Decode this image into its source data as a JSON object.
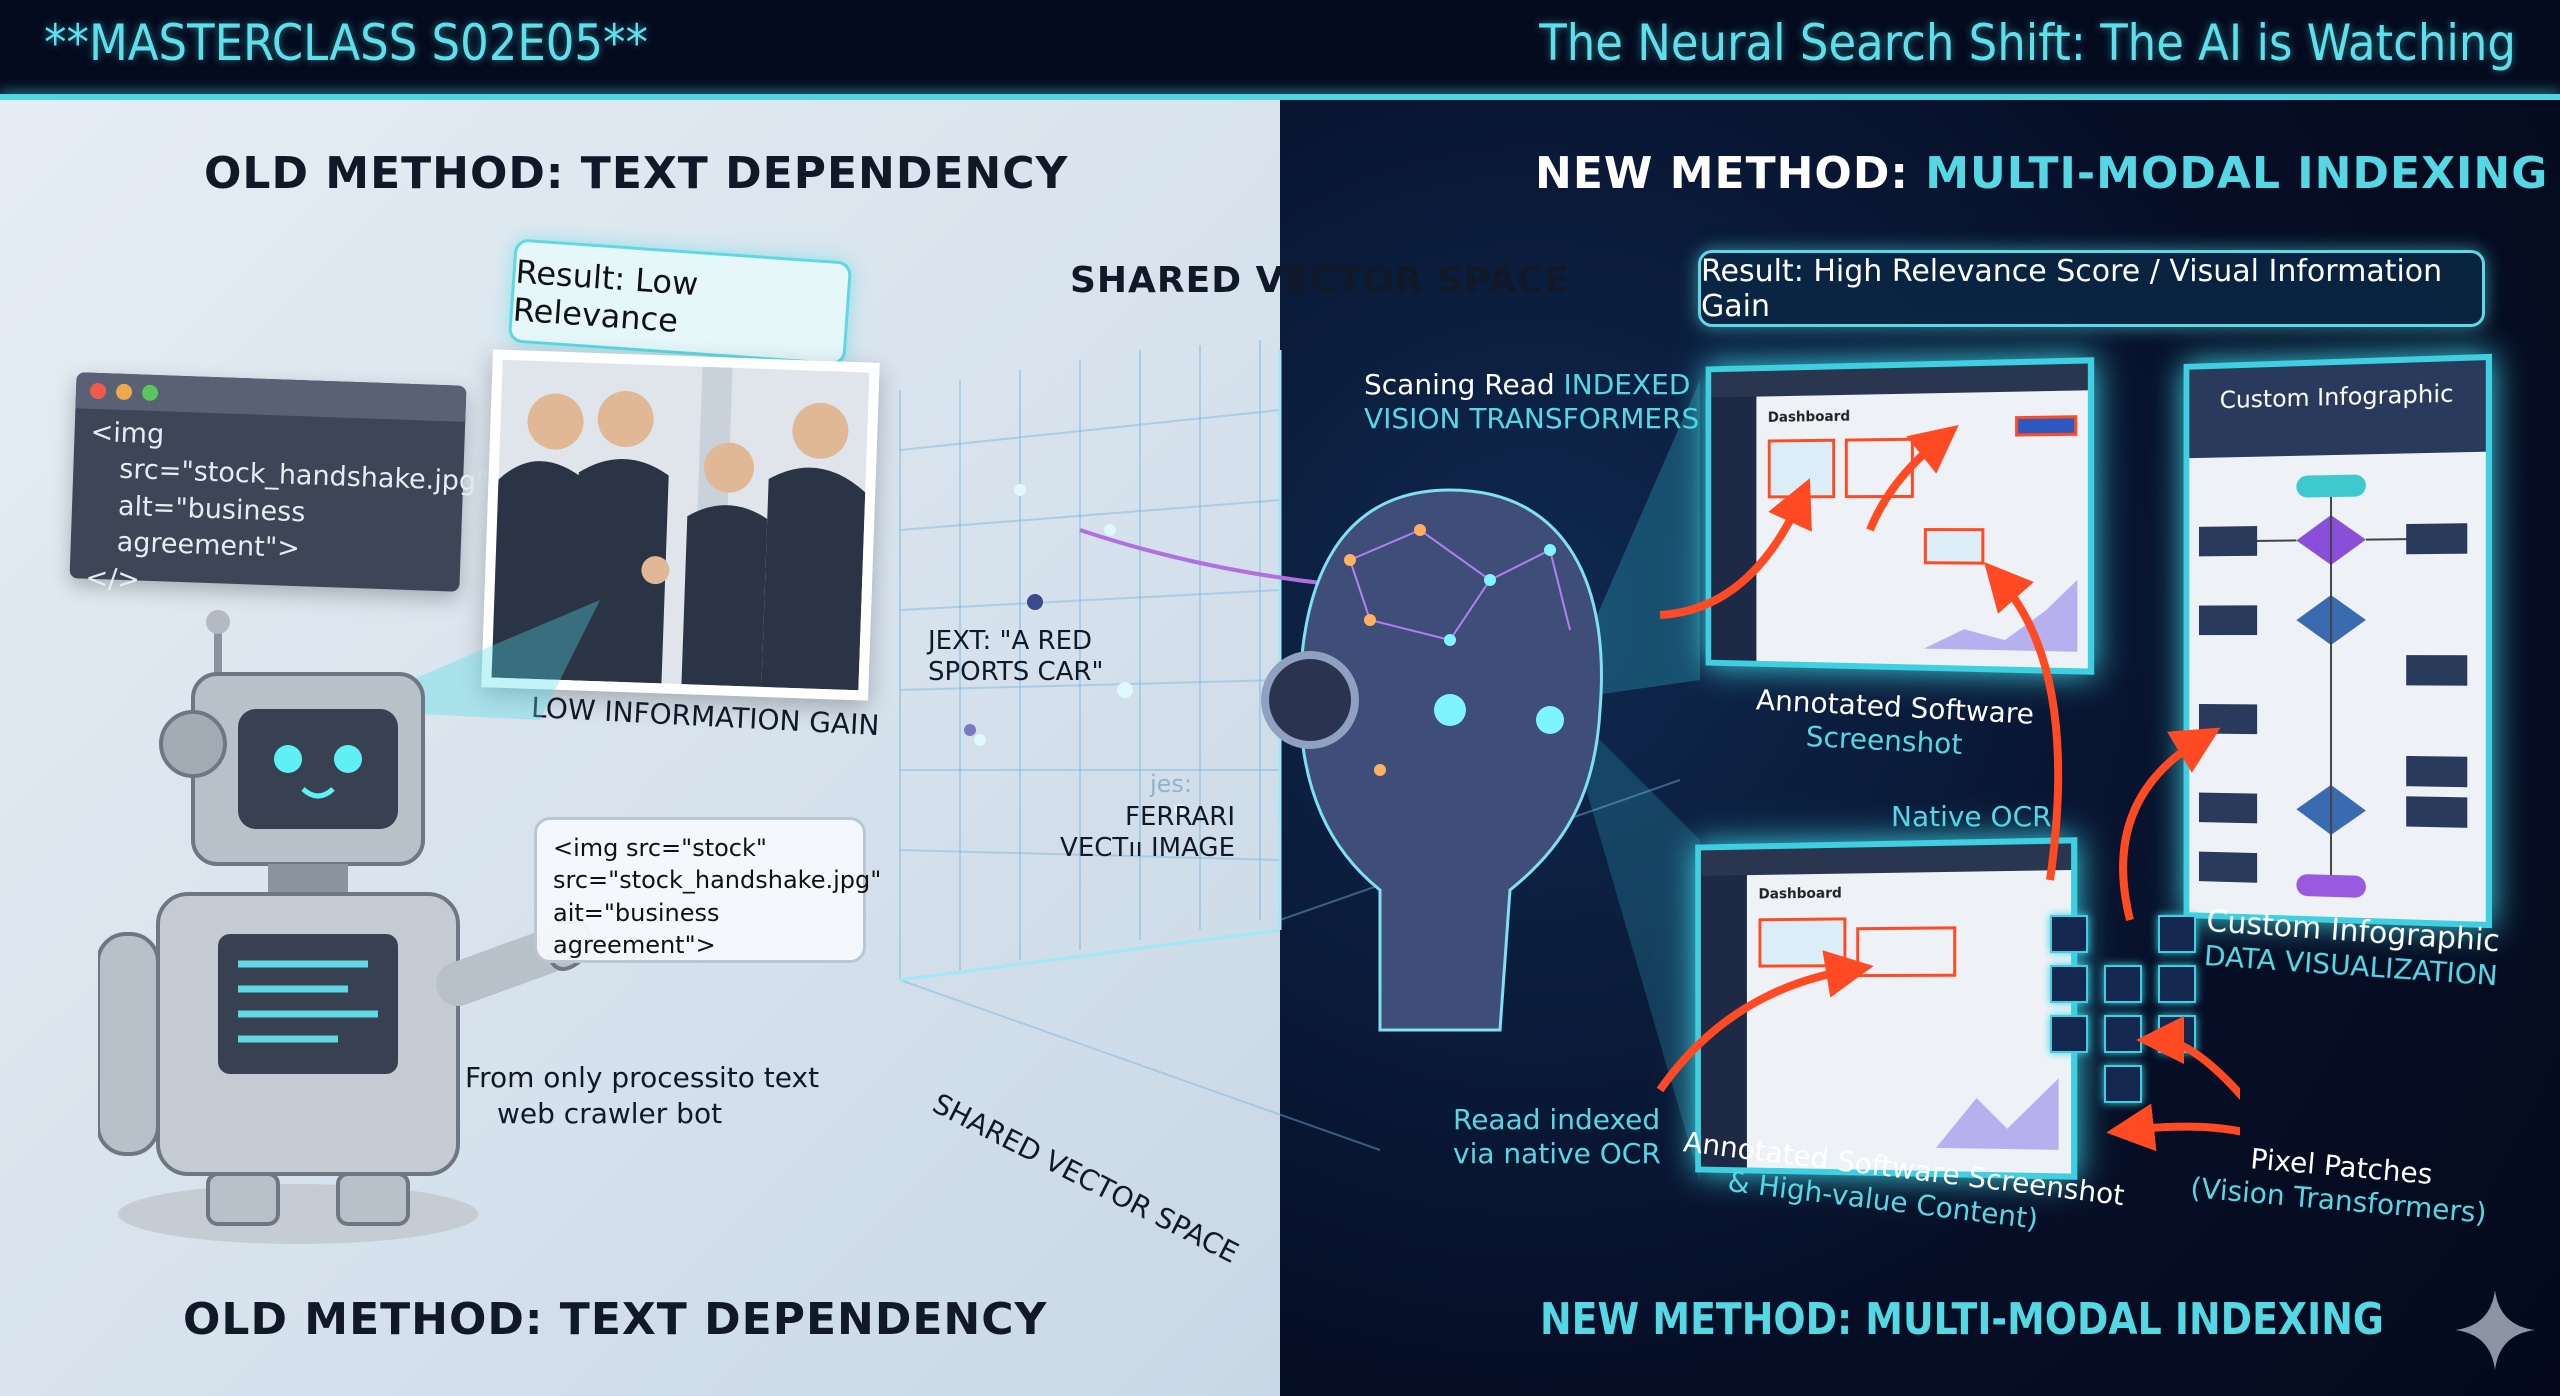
{
  "header": {
    "left_title": "**MASTERCLASS S02E05**",
    "right_title": "The Neural Search Shift: The AI is Watching"
  },
  "old": {
    "heading": "OLD METHOD: TEXT DEPENDENCY",
    "result": "Result: Low Relevance",
    "code_window": [
      "<img",
      "src=\"stock_handshake.jpg\"",
      "alt=\"business agreement\">",
      "</>"
    ],
    "photo_caption": "LOW INFORMATION GAIN",
    "speech_code": [
      "<img src=\"stock\"",
      "src=\"stock_handshake.jpg\"",
      "ait=\"business agreement\">"
    ],
    "bot_caption": [
      "From only processito text",
      "web crawler bot"
    ],
    "footer": "OLD METHOD: TEXT DEPENDENCY"
  },
  "vector": {
    "title": "SHARED VECTOR SPACE",
    "text_point": [
      "JEXT: \"A RED",
      "SPORTS CAR\""
    ],
    "image_point_tag": "jes:",
    "image_point": [
      "FERRARI",
      "VECTıı IMAGE"
    ],
    "axis_label": "SHARED VECTOR SPACE"
  },
  "new": {
    "heading_white": "NEW METHOD: ",
    "heading_cyan": "MULTI-MODAL INDEXING",
    "result": "Result: High Relevance Score / Visual Information Gain",
    "scan_label": {
      "white": "Scaning Read ",
      "cyan": "INDEXED",
      "line2": "VISION TRANSFORMERS"
    },
    "screenshot1": {
      "title": "Dashboard",
      "label_white": "Annotated Software",
      "label_cyan": "Screenshot"
    },
    "native_ocr": "Native OCR",
    "infographic": {
      "title": "Custom Infographic",
      "label_white": "Custom Infographic",
      "label_cyan": "DATA VISUALIZATION"
    },
    "screenshot2": {
      "title": "Dashboard",
      "label_white": "Annotated Software Screenshot",
      "label_cyan": "& High-value Content)"
    },
    "ocr_label": [
      "Reaad indexed",
      "via native OCR"
    ],
    "patches_label": [
      "Pixel Patches",
      "(Vision Transformers)"
    ],
    "footer": "NEW METHOD: MULTI-MODAL INDEXING"
  },
  "colors": {
    "accent": "#55d8e4",
    "arrow": "#ff4a24",
    "dark_bg": "#050b1f"
  }
}
